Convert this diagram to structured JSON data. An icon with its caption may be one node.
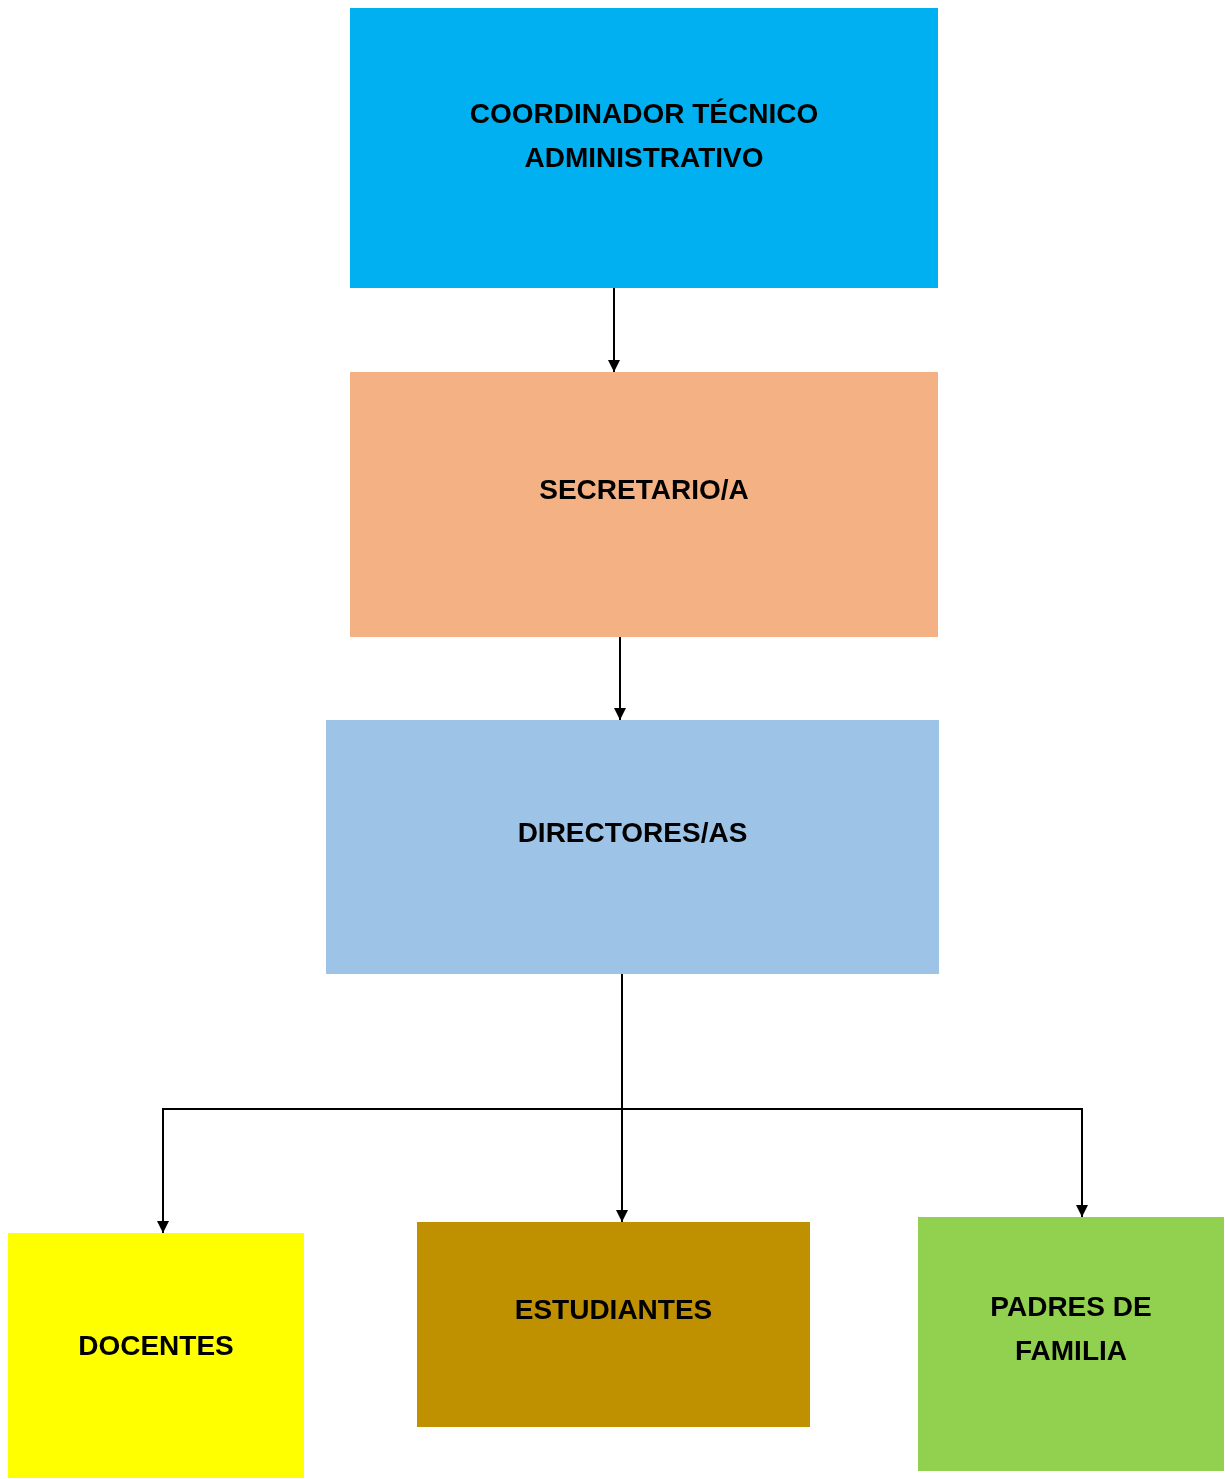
{
  "diagram": {
    "nodes": [
      {
        "text": [
          "COORDINADOR TÉCNICO ADMINISTRATIVO"
        ]
      },
      {
        "text": [
          "SECRETARIO/A"
        ]
      },
      {
        "text": [
          "DIRECTORES/AS"
        ]
      },
      {
        "text": [
          "DOCENTES"
        ]
      },
      {
        "text": [
          "ESTUDIANTES"
        ]
      },
      {
        "text": [
          "PADRES DE FAMILIA"
        ]
      }
    ],
    "edges": [
      {
        "from": 0,
        "to": 1,
        "arrow": "to"
      },
      {
        "from": 1,
        "to": 2,
        "arrow": "to"
      },
      {
        "from": 2,
        "to": 3,
        "arrow": "to"
      },
      {
        "from": 2,
        "to": 4,
        "arrow": "to"
      },
      {
        "from": 2,
        "to": 5,
        "arrow": "to"
      }
    ]
  }
}
